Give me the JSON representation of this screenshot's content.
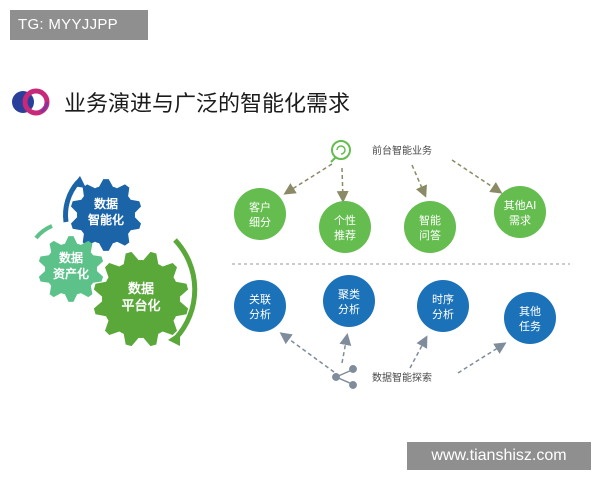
{
  "header": {
    "tag": "TG: MYYJJPP",
    "title": "业务演进与广泛的智能化需求"
  },
  "watermark": "www.tianshisz.com",
  "gears": {
    "intelligence": {
      "line1": "数据",
      "line2": "智能化"
    },
    "asset": {
      "line1": "数据",
      "line2": "资产化"
    },
    "platform": {
      "line1": "数据",
      "line2": "平台化"
    }
  },
  "top_group": {
    "label": "前台智能业务",
    "items": [
      {
        "line1": "客户",
        "line2": "细分"
      },
      {
        "line1": "个性",
        "line2": "推荐"
      },
      {
        "line1": "智能",
        "line2": "问答"
      },
      {
        "line1": "其他AI",
        "line2": "需求"
      }
    ]
  },
  "bottom_group": {
    "label": "数据智能探索",
    "items": [
      {
        "line1": "关联",
        "line2": "分析"
      },
      {
        "line1": "聚类",
        "line2": "分析"
      },
      {
        "line1": "时序",
        "line2": "分析"
      },
      {
        "line1": "其他",
        "line2": "任务"
      }
    ]
  },
  "colors": {
    "blue_gear": "#1b64a8",
    "light_green_gear": "#5cc28a",
    "dark_green_gear": "#5aa83a",
    "top_circle": "#64bd4e",
    "bottom_circle": "#1c72b9",
    "arrow": "#8a8a66",
    "bottom_arrow": "#7f8c9c"
  }
}
